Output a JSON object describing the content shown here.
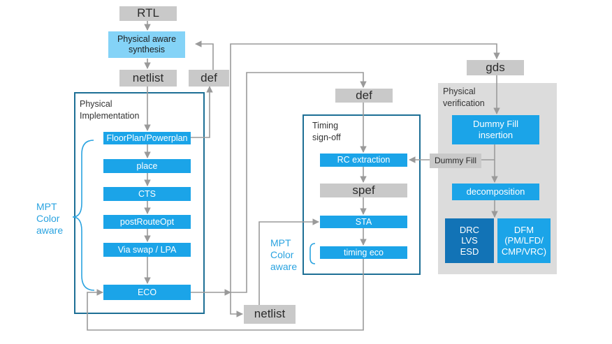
{
  "nodes": {
    "rtl": "RTL",
    "synthesis": "Physical aware\nsynthesis",
    "netlist_top": "netlist",
    "def_left": "def",
    "floorplan": "FloorPlan/Powerplan",
    "place": "place",
    "cts": "CTS",
    "postroute": "postRouteOpt",
    "viaswap": "Via swap / LPA",
    "eco": "ECO",
    "netlist_bottom": "netlist",
    "def_mid": "def",
    "rc_extraction": "RC extraction",
    "spef": "spef",
    "sta": "STA",
    "timing_eco": "timing eco",
    "gds": "gds",
    "dummy_fill_insertion": "Dummy Fill\ninsertion",
    "dummy_fill": "Dummy Fill",
    "decomposition": "decomposition",
    "drc": "DRC\nLVS\nESD",
    "dfm": "DFM\n(PM/LFD/\nCMP/VRC)"
  },
  "groups": {
    "physical_implementation": "Physical\nImplementation",
    "timing_signoff": "Timing\nsign-off",
    "physical_verification": "Physical\nverification"
  },
  "annotations": {
    "mpt_left": "MPT\nColor\naware",
    "mpt_mid": "MPT\nColor\naware"
  },
  "colors": {
    "blue": "#1ba4e8",
    "light_blue": "#84d3f7",
    "dark_blue": "#1273b6",
    "gray_box": "#c9c9c9",
    "panel": "#dcdcdc",
    "frame": "#1d6f95",
    "wire": "#9a9a9a"
  }
}
